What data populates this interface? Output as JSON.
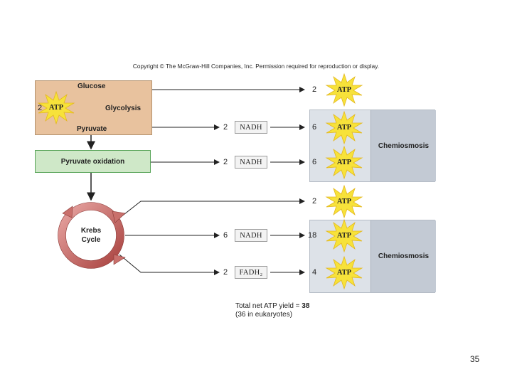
{
  "copyright": "Copyright © The McGraw-Hill Companies, Inc. Permission required for reproduction or display.",
  "glycolysis": {
    "glucose": "Glucose",
    "glycolysis": "Glycolysis",
    "pyruvate": "Pyruvate",
    "atp_invested_count": "2",
    "atp_label": "ATP"
  },
  "pyruvate_oxidation": "Pyruvate oxidation",
  "krebs": {
    "line1": "Krebs",
    "line2": "Cycle"
  },
  "rows": [
    {
      "id": "glycolysis-atp",
      "carrier_count": "",
      "carrier": "",
      "atp_count": "2",
      "atp_label": "ATP"
    },
    {
      "id": "glycolysis-nadh",
      "carrier_count": "2",
      "carrier": "NADH",
      "atp_count": "6",
      "atp_label": "ATP"
    },
    {
      "id": "pyruvate-nadh",
      "carrier_count": "2",
      "carrier": "NADH",
      "atp_count": "6",
      "atp_label": "ATP"
    },
    {
      "id": "krebs-atp",
      "carrier_count": "",
      "carrier": "",
      "atp_count": "2",
      "atp_label": "ATP"
    },
    {
      "id": "krebs-nadh",
      "carrier_count": "6",
      "carrier": "NADH",
      "atp_count": "18",
      "atp_label": "ATP"
    },
    {
      "id": "krebs-fadh2",
      "carrier_count": "2",
      "carrier": "FADH₂",
      "atp_count": "4",
      "atp_label": "ATP"
    }
  ],
  "chemiosmosis_label": "Chemiosmosis",
  "total": {
    "line1": "Total net ATP yield = ",
    "value": "38",
    "line2": "(36 in eukaryotes)"
  },
  "page_number": "35",
  "colors": {
    "glycolysis_box": "#e8c29e",
    "pyruvate_box": "#cfe8c8",
    "chemiosmosis_panel": "#dde2e8",
    "krebs_ring": "#c9706c",
    "atp_burst": "#f7e23a"
  }
}
